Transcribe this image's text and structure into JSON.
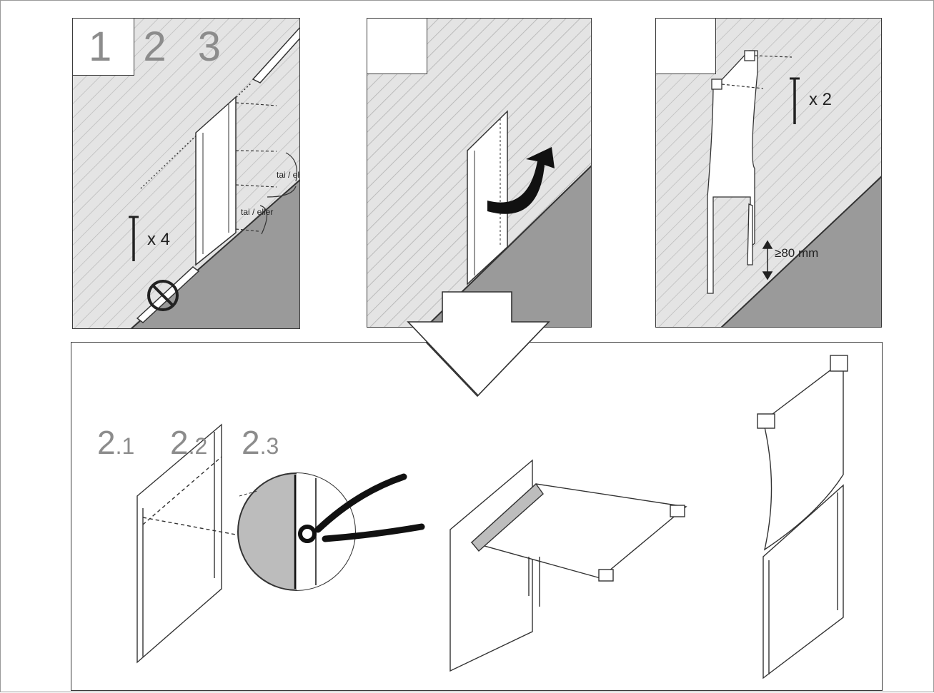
{
  "steps": {
    "one": "1",
    "two": "2",
    "three": "3"
  },
  "panel1": {
    "label_tai_eller_a": "tai / eller",
    "label_tai_eller_b": "tai / eller",
    "screw_count": "x 4"
  },
  "panel3": {
    "screw_count": "x 2",
    "clearance": "≥80 mm"
  },
  "substeps": {
    "a_main": "2",
    "a_sub": ".1",
    "b_main": "2",
    "b_sub": ".2",
    "c_main": "2",
    "c_sub": ".3"
  },
  "colors": {
    "wall_hatch": "#e4e4e4",
    "floor": "#9a9a9a",
    "hatch_line": "#b8b8b8",
    "outline": "#3a3a3a",
    "accent_gray": "#8c8c8c"
  }
}
